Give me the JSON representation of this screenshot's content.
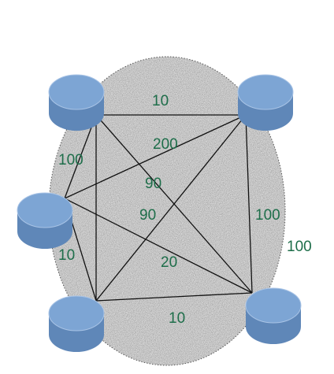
{
  "colors": {
    "label": "#1e6e4a",
    "edge": "#111111",
    "node_top": "#7da5d4",
    "node_side": "#5f87b8",
    "node_rim": "#a9c4e6",
    "region_fill": "#cfcfcf",
    "region_stroke": "#555555"
  },
  "nodes": [
    {
      "id": "top-left"
    },
    {
      "id": "top-right"
    },
    {
      "id": "middle-left"
    },
    {
      "id": "bottom-left"
    },
    {
      "id": "bottom-right"
    }
  ],
  "edges": [
    {
      "from": "top-left",
      "to": "top-right",
      "label": "10"
    },
    {
      "from": "top-left",
      "to": "middle-left",
      "label": "100"
    },
    {
      "from": "middle-left",
      "to": "top-right",
      "label": "200"
    },
    {
      "from": "top-left",
      "to": "bottom-right",
      "label": "90"
    },
    {
      "from": "top-right",
      "to": "bottom-left",
      "label": "90"
    },
    {
      "from": "top-right",
      "to": "bottom-right",
      "label": "100"
    },
    {
      "from": "middle-left",
      "to": "bottom-left",
      "label": "10"
    },
    {
      "from": "middle-left",
      "to": "bottom-right",
      "label": "20"
    },
    {
      "from": "bottom-left",
      "to": "bottom-right",
      "label": "10"
    },
    {
      "from": "top-left",
      "to": "bottom-left",
      "label": ""
    }
  ],
  "region": {
    "label": "100"
  }
}
